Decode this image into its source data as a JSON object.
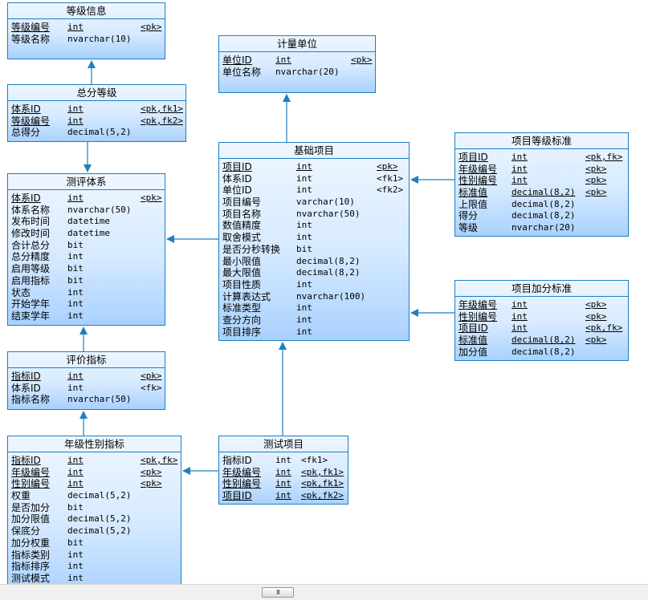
{
  "diagram": {
    "entities": [
      {
        "id": "grade_info",
        "title": "等级信息",
        "fields": [
          {
            "name": "等级编号",
            "type": "int",
            "key": "<pk>",
            "pk": true
          },
          {
            "name": "等级名称",
            "type": "nvarchar(10)",
            "key": "",
            "pk": false
          }
        ]
      },
      {
        "id": "total_grade",
        "title": "总分等级",
        "fields": [
          {
            "name": "体系ID",
            "type": "int",
            "key": "<pk,fk1>",
            "pk": true
          },
          {
            "name": "等级编号",
            "type": "int",
            "key": "<pk,fk2>",
            "pk": true
          },
          {
            "name": "总得分",
            "type": "decimal(5,2)",
            "key": "",
            "pk": false
          }
        ]
      },
      {
        "id": "eval_system",
        "title": "测评体系",
        "fields": [
          {
            "name": "体系ID",
            "type": "int",
            "key": "<pk>",
            "pk": true
          },
          {
            "name": "体系名称",
            "type": "nvarchar(50)",
            "key": "",
            "pk": false
          },
          {
            "name": "发布时间",
            "type": "datetime",
            "key": "",
            "pk": false
          },
          {
            "name": "修改时间",
            "type": "datetime",
            "key": "",
            "pk": false
          },
          {
            "name": "合计总分",
            "type": "bit",
            "key": "",
            "pk": false
          },
          {
            "name": "总分精度",
            "type": "int",
            "key": "",
            "pk": false
          },
          {
            "name": "启用等级",
            "type": "bit",
            "key": "",
            "pk": false
          },
          {
            "name": "启用指标",
            "type": "bit",
            "key": "",
            "pk": false
          },
          {
            "name": "状态",
            "type": "int",
            "key": "",
            "pk": false
          },
          {
            "name": "开始学年",
            "type": "int",
            "key": "",
            "pk": false
          },
          {
            "name": "结束学年",
            "type": "int",
            "key": "",
            "pk": false
          }
        ]
      },
      {
        "id": "indicator",
        "title": "评价指标",
        "fields": [
          {
            "name": "指标ID",
            "type": "int",
            "key": "<pk>",
            "pk": true
          },
          {
            "name": "体系ID",
            "type": "int",
            "key": "<fk>",
            "pk": false
          },
          {
            "name": "指标名称",
            "type": "nvarchar(50)",
            "key": "",
            "pk": false
          }
        ]
      },
      {
        "id": "grade_gender_indicator",
        "title": "年级性别指标",
        "fields": [
          {
            "name": "指标ID",
            "type": "int",
            "key": "<pk,fk>",
            "pk": true
          },
          {
            "name": "年级编号",
            "type": "int",
            "key": "<pk>",
            "pk": true
          },
          {
            "name": "性别编号",
            "type": "int",
            "key": "<pk>",
            "pk": true
          },
          {
            "name": "权重",
            "type": "decimal(5,2)",
            "key": "",
            "pk": false
          },
          {
            "name": "是否加分",
            "type": "bit",
            "key": "",
            "pk": false
          },
          {
            "name": "加分限值",
            "type": "decimal(5,2)",
            "key": "",
            "pk": false
          },
          {
            "name": "保底分",
            "type": "decimal(5,2)",
            "key": "",
            "pk": false
          },
          {
            "name": "加分权重",
            "type": "bit",
            "key": "",
            "pk": false
          },
          {
            "name": "指标类别",
            "type": "int",
            "key": "",
            "pk": false
          },
          {
            "name": "指标排序",
            "type": "int",
            "key": "",
            "pk": false
          },
          {
            "name": "测试模式",
            "type": "int",
            "key": "",
            "pk": false
          }
        ]
      },
      {
        "id": "unit",
        "title": "计量单位",
        "fields": [
          {
            "name": "单位ID",
            "type": "int",
            "key": "<pk>",
            "pk": true
          },
          {
            "name": "单位名称",
            "type": "nvarchar(20)",
            "key": "",
            "pk": false
          }
        ]
      },
      {
        "id": "base_item",
        "title": "基础项目",
        "fields": [
          {
            "name": "项目ID",
            "type": "int",
            "key": "<pk>",
            "pk": true
          },
          {
            "name": "体系ID",
            "type": "int",
            "key": "<fk1>",
            "pk": false
          },
          {
            "name": "单位ID",
            "type": "int",
            "key": "<fk2>",
            "pk": false
          },
          {
            "name": "项目编号",
            "type": "varchar(10)",
            "key": "",
            "pk": false
          },
          {
            "name": "项目名称",
            "type": "nvarchar(50)",
            "key": "",
            "pk": false
          },
          {
            "name": "数值精度",
            "type": "int",
            "key": "",
            "pk": false
          },
          {
            "name": "取舍模式",
            "type": "int",
            "key": "",
            "pk": false
          },
          {
            "name": "是否分秒转换",
            "type": "bit",
            "key": "",
            "pk": false
          },
          {
            "name": "最小限值",
            "type": "decimal(8,2)",
            "key": "",
            "pk": false
          },
          {
            "name": "最大限值",
            "type": "decimal(8,2)",
            "key": "",
            "pk": false
          },
          {
            "name": "项目性质",
            "type": "int",
            "key": "",
            "pk": false
          },
          {
            "name": "计算表达式",
            "type": "nvarchar(100)",
            "key": "",
            "pk": false
          },
          {
            "name": "标准类型",
            "type": "int",
            "key": "",
            "pk": false
          },
          {
            "name": "查分方向",
            "type": "int",
            "key": "",
            "pk": false
          },
          {
            "name": "项目排序",
            "type": "int",
            "key": "",
            "pk": false
          }
        ]
      },
      {
        "id": "item_grade_std",
        "title": "项目等级标准",
        "fields": [
          {
            "name": "项目ID",
            "type": "int",
            "key": "<pk,fk>",
            "pk": true
          },
          {
            "name": "年级编号",
            "type": "int",
            "key": "<pk>",
            "pk": true
          },
          {
            "name": "性别编号",
            "type": "int",
            "key": "<pk>",
            "pk": true
          },
          {
            "name": "标准值",
            "type": "decimal(8,2)",
            "key": "<pk>",
            "pk": true
          },
          {
            "name": "上限值",
            "type": "decimal(8,2)",
            "key": "",
            "pk": false
          },
          {
            "name": "得分",
            "type": "decimal(8,2)",
            "key": "",
            "pk": false
          },
          {
            "name": "等级",
            "type": "nvarchar(20)",
            "key": "",
            "pk": false
          }
        ]
      },
      {
        "id": "item_bonus_std",
        "title": "项目加分标准",
        "fields": [
          {
            "name": "年级编号",
            "type": "int",
            "key": "<pk>",
            "pk": true
          },
          {
            "name": "性别编号",
            "type": "int",
            "key": "<pk>",
            "pk": true
          },
          {
            "name": "项目ID",
            "type": "int",
            "key": "<pk,fk>",
            "pk": true
          },
          {
            "name": "标准值",
            "type": "decimal(8,2)",
            "key": "<pk>",
            "pk": true
          },
          {
            "name": "加分值",
            "type": "decimal(8,2)",
            "key": "",
            "pk": false
          }
        ]
      },
      {
        "id": "test_item",
        "title": "测试项目",
        "fields": [
          {
            "name": "指标ID",
            "type": "int",
            "key": "<fk1>",
            "pk": false
          },
          {
            "name": "年级编号",
            "type": "int",
            "key": "<pk,fk1>",
            "pk": true
          },
          {
            "name": "性别编号",
            "type": "int",
            "key": "<pk,fk1>",
            "pk": true
          },
          {
            "name": "项目ID",
            "type": "int",
            "key": "<pk,fk2>",
            "pk": true
          }
        ]
      }
    ],
    "relationships": [
      {
        "from": "total_grade",
        "to": "grade_info"
      },
      {
        "from": "total_grade",
        "to": "eval_system"
      },
      {
        "from": "indicator",
        "to": "eval_system"
      },
      {
        "from": "grade_gender_indicator",
        "to": "indicator"
      },
      {
        "from": "base_item",
        "to": "eval_system"
      },
      {
        "from": "base_item",
        "to": "unit"
      },
      {
        "from": "item_grade_std",
        "to": "base_item"
      },
      {
        "from": "item_bonus_std",
        "to": "base_item"
      },
      {
        "from": "test_item",
        "to": "base_item"
      },
      {
        "from": "test_item",
        "to": "grade_gender_indicator"
      }
    ],
    "colors": {
      "border": "#1d7fc0",
      "link": "#1d7fc0"
    }
  },
  "scrollbar": {
    "thumb_label": "III"
  }
}
